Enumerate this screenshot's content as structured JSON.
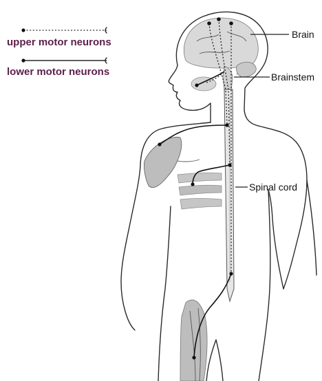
{
  "legend": {
    "upper_label": "upper motor neurons",
    "lower_label": "lower motor neurons"
  },
  "labels": {
    "brain": "Brain",
    "brainstem": "Brainstem",
    "spinal_cord": "Spinal cord"
  },
  "colors": {
    "legend_text": "#5b1f4a",
    "brain_fill": "#d9d9d9",
    "muscle_fill": "#bdbdbd",
    "outline": "#2a2a2a"
  }
}
